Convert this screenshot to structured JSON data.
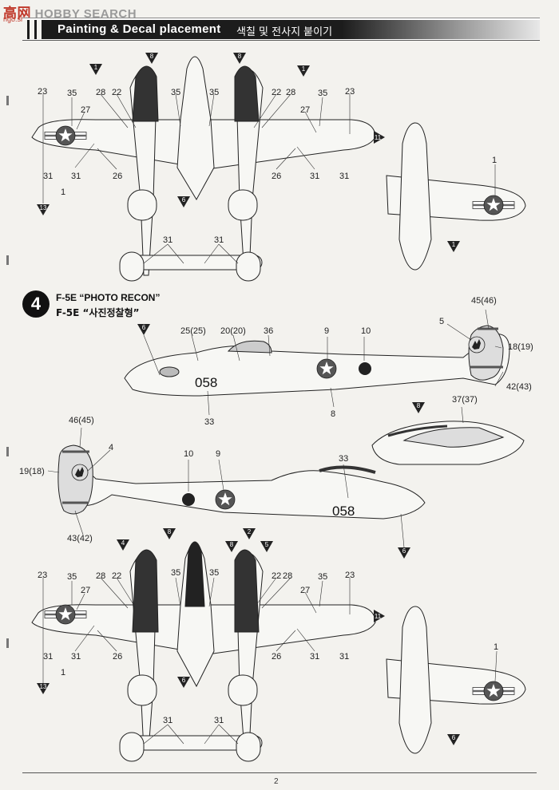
{
  "watermark": {
    "text": "HOBBY SEARCH",
    "logo_text": "高网",
    "site_text": "ngo.shop.com"
  },
  "header": {
    "title": "Painting & Decal placement",
    "korean": "색칠 및 전사지 붙이기"
  },
  "step": {
    "number": "4",
    "title_line1": "F-5E “PHOTO RECON”",
    "title_line2": "F-5E “사진정찰형”"
  },
  "top_plan": {
    "labels": {
      "n23a": "23",
      "n35a": "35",
      "n27a": "27",
      "n28a": "28",
      "n22a": "22",
      "n35b": "35",
      "n35c": "35",
      "n22b": "22",
      "n28b": "28",
      "n27b": "27",
      "n35d": "35",
      "n23b": "23",
      "n31a": "31",
      "n31b": "31",
      "n1": "1",
      "n26a": "26",
      "n26b": "26",
      "n31c": "31",
      "n31d": "31",
      "n31e": "31",
      "n31f": "31"
    },
    "color_callouts": [
      "1",
      "8",
      "8",
      "1",
      "6",
      "11",
      "13"
    ]
  },
  "top_nose": {
    "labels": {
      "n1": "1"
    },
    "color_callouts": [
      "1"
    ]
  },
  "side_view": {
    "serial": "058",
    "labels": {
      "n25": "25(25)",
      "n20": "20(20)",
      "n36": "36",
      "n9": "9",
      "n10": "10",
      "n5": "5",
      "n45": "45(46)",
      "n18": "18(19)",
      "n42": "42(43)",
      "n33": "33",
      "n8": "8"
    },
    "color_callouts": [
      "6"
    ]
  },
  "canopy_view": {
    "labels": {
      "n37": "37(37)"
    },
    "color_callouts": [
      "8"
    ]
  },
  "other_side": {
    "serial": "058",
    "labels": {
      "n46": "46(45)",
      "n4": "4",
      "n19": "19(18)",
      "n43": "43(42)",
      "n10": "10",
      "n9": "9",
      "n33": "33"
    },
    "color_callouts": [
      "6"
    ]
  },
  "bottom_plan": {
    "labels": {
      "n23a": "23",
      "n35a": "35",
      "n27a": "27",
      "n28a": "28",
      "n22a": "22",
      "n35b": "35",
      "n35c": "35",
      "n22b": "22",
      "n28b": "28",
      "n35d": "35",
      "n27b": "27",
      "n23b": "23",
      "n31a": "31",
      "n31b": "31",
      "n1": "1",
      "n26a": "26",
      "n26b": "26",
      "n31c": "31",
      "n31d": "31",
      "n31e": "31",
      "n31f": "31"
    },
    "color_callouts": [
      "4",
      "8",
      "8",
      "2",
      "5",
      "6",
      "11",
      "13"
    ]
  },
  "bottom_nose": {
    "labels": {
      "n1": "1"
    },
    "color_callouts": [
      "6"
    ]
  },
  "footer": {
    "page_number": "2"
  }
}
